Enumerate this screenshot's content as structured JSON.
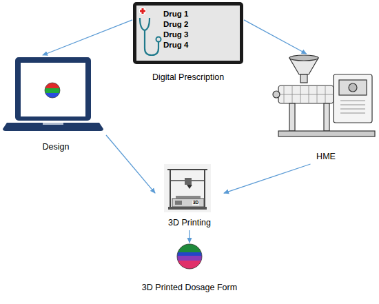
{
  "diagram": {
    "nodes": [
      {
        "text": [
          "Drug 1",
          "Drug 2",
          "Drug 3",
          "Drug 4",
          "Digital Prescription"
        ]
      },
      {
        "text": [
          "Design"
        ]
      },
      {
        "text": [
          "HME"
        ]
      },
      {
        "text": [
          "3D Printing"
        ]
      },
      {
        "text": [
          "3D Printed Dosage Form"
        ]
      }
    ],
    "edges": [
      {
        "from": 0,
        "to": 1,
        "arrow": "to"
      },
      {
        "from": 0,
        "to": 2,
        "arrow": "to"
      },
      {
        "from": 1,
        "to": 3,
        "arrow": "to"
      },
      {
        "from": 2,
        "to": 3,
        "arrow": "to"
      },
      {
        "from": 3,
        "to": 4,
        "arrow": "to"
      }
    ],
    "labels": [
      "3D"
    ]
  }
}
